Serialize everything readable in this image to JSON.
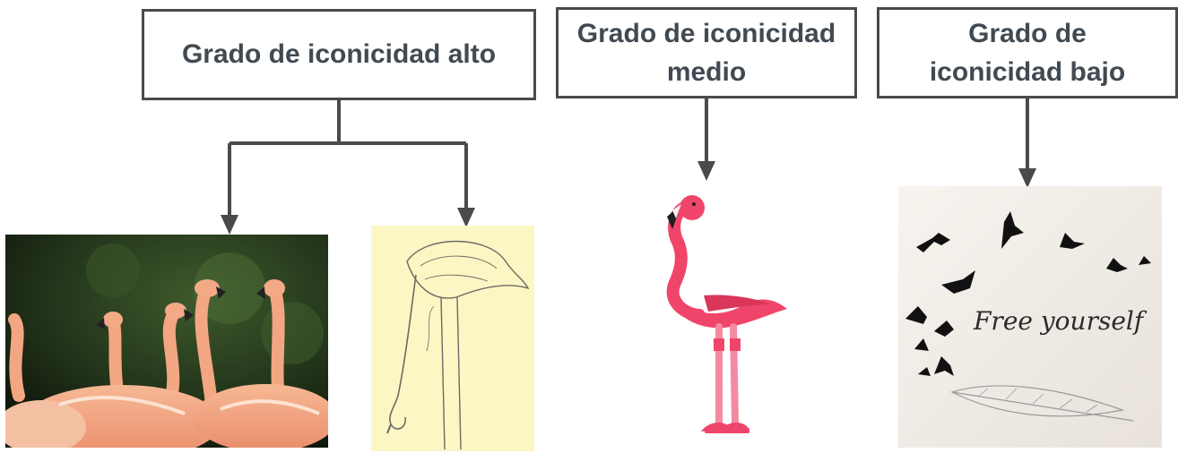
{
  "boxes": {
    "high": "Grado de iconicidad alto",
    "medium": "Grado de iconicidad medio",
    "low": "Grado de iconicidad bajo"
  },
  "images": {
    "photo": "flamingo-photo",
    "sketch": "flamingo-pencil-sketch",
    "illustration": "flamingo-flat-illustration",
    "birds": "birds-tattoo-drawing"
  },
  "birds_caption": "Free yourself",
  "colors": {
    "line": "#4a4a4a",
    "text": "#414a52",
    "flamingo_pink": "#f0456a"
  }
}
